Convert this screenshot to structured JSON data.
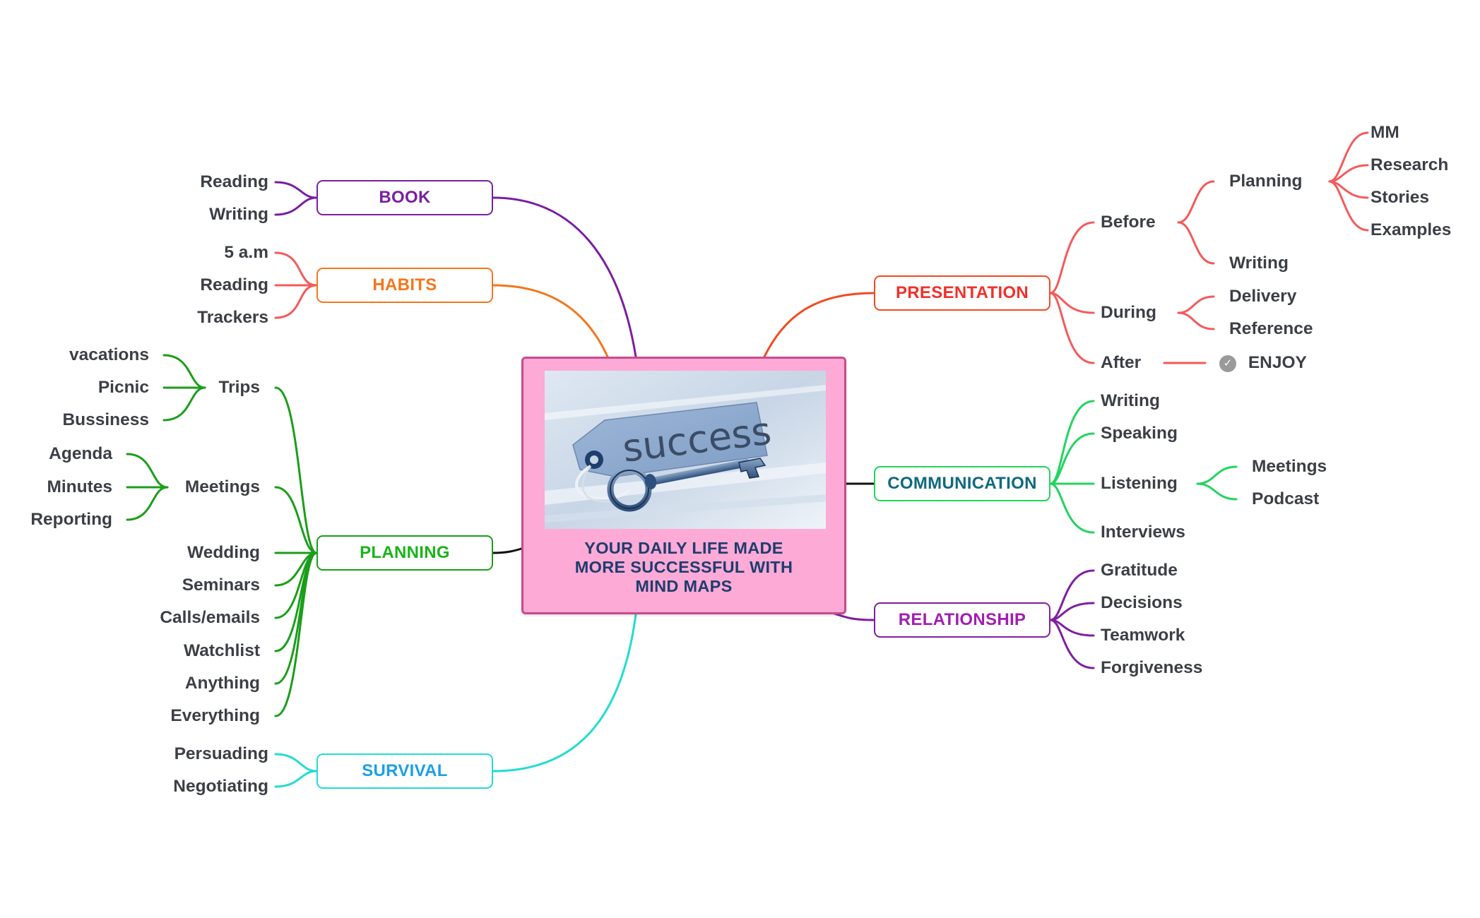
{
  "central": {
    "title_line1": "YOUR DAILY LIFE MADE",
    "title_line2": "MORE SUCCESSFUL WITH",
    "title_line3": "MIND MAPS",
    "image_tag_text": "success",
    "image_icons": [
      "tag-icon",
      "key-icon"
    ]
  },
  "colors": {
    "book": "#7a1fa2",
    "habits": "#f5761a",
    "planning": "#1a9e1a",
    "survival": "#22dcd2",
    "presentation": "#f24a22",
    "presentation_children": "#f45a5a",
    "communication": "#22d45e",
    "relationship": "#7f1fa0",
    "central_fill": "#fdaad6",
    "central_border": "#c94b8c",
    "central_title": "#1e3d6e"
  },
  "branches": {
    "book": {
      "label": "BOOK",
      "children": [
        "Reading",
        "Writing"
      ]
    },
    "habits": {
      "label": "HABITS",
      "children": [
        "5 a.m",
        "Reading",
        "Trackers"
      ]
    },
    "planning": {
      "label": "PLANNING",
      "trips": {
        "label": "Trips",
        "children": [
          "vacations",
          "Picnic",
          "Bussiness"
        ]
      },
      "meetings": {
        "label": "Meetings",
        "children": [
          "Agenda",
          "Minutes",
          "Reporting"
        ]
      },
      "others": [
        "Wedding",
        "Seminars",
        "Calls/emails",
        "Watchlist",
        "Anything",
        "Everything"
      ]
    },
    "survival": {
      "label": "SURVIVAL",
      "children": [
        "Persuading",
        "Negotiating"
      ]
    },
    "presentation": {
      "label": "PRESENTATION",
      "before": {
        "label": "Before",
        "planning": {
          "label": "Planning",
          "children": [
            "MM",
            "Research",
            "Stories",
            "Examples"
          ]
        },
        "writing": "Writing"
      },
      "during": {
        "label": "During",
        "children": [
          "Delivery",
          "Reference"
        ]
      },
      "after": {
        "label": "After",
        "child": "ENJOY",
        "child_icon": "check-circle-icon"
      }
    },
    "communication": {
      "label": "COMMUNICATION",
      "writing": "Writing",
      "speaking": "Speaking",
      "listening": {
        "label": "Listening",
        "children": [
          "Meetings",
          "Podcast"
        ]
      },
      "interviews": "Interviews"
    },
    "relationship": {
      "label": "RELATIONSHIP",
      "children": [
        "Gratitude",
        "Decisions",
        "Teamwork",
        "Forgiveness"
      ]
    }
  }
}
